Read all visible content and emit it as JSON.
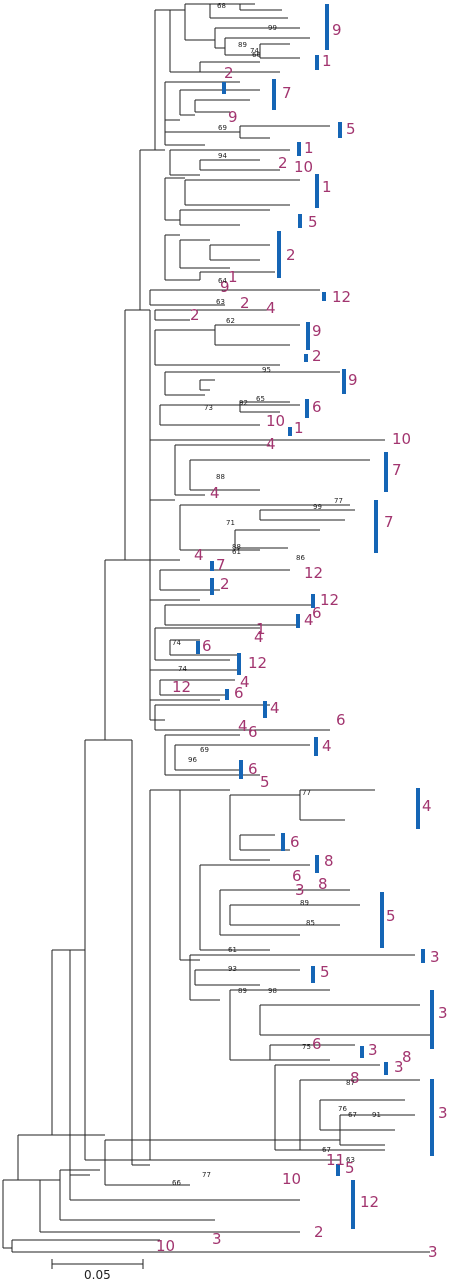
{
  "colors": {
    "clade_label": "#a2356f",
    "clade_bar": "#1565b5",
    "branch": "#222222"
  },
  "scale_bar": {
    "label": "0.05"
  },
  "clade_labels": [
    "9",
    "1",
    "2",
    "7",
    "9",
    "5",
    "1",
    "2",
    "10",
    "1",
    "5",
    "2",
    "1",
    "9",
    "12",
    "2",
    "2",
    "4",
    "9",
    "2",
    "9",
    "6",
    "10",
    "1",
    "10",
    "4",
    "7",
    "4",
    "7",
    "4",
    "7",
    "12",
    "2",
    "12",
    "6",
    "4",
    "1",
    "4",
    "6",
    "12",
    "12",
    "4",
    "6",
    "4",
    "6",
    "4",
    "6",
    "4",
    "6",
    "5",
    "4",
    "6",
    "8",
    "6",
    "8",
    "3",
    "5",
    "3",
    "5",
    "3",
    "6",
    "3",
    "8",
    "3",
    "8",
    "3",
    "11",
    "5",
    "10",
    "12",
    "2",
    "3",
    "10",
    "3"
  ],
  "bootstrap_values": [
    "68",
    "99",
    "89",
    "74",
    "66",
    "69",
    "94",
    "64",
    "63",
    "62",
    "95",
    "92",
    "65",
    "73",
    "88",
    "99",
    "77",
    "71",
    "88",
    "61",
    "86",
    "74",
    "74",
    "69",
    "96",
    "77",
    "89",
    "85",
    "61",
    "93",
    "89",
    "98",
    "75",
    "87",
    "76",
    "67",
    "91",
    "67",
    "63",
    "77",
    "66"
  ]
}
